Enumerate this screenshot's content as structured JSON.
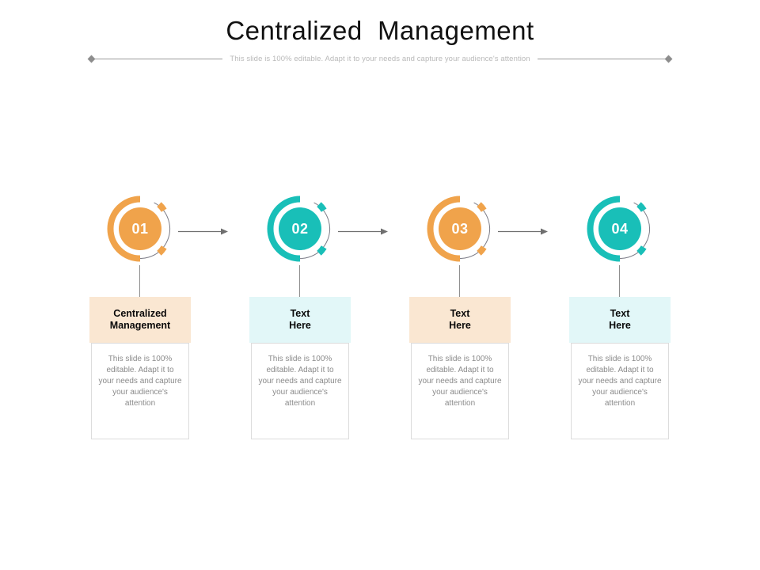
{
  "header": {
    "title": "Centralized  Management",
    "subtitle": "This slide is 100% editable. Adapt it to your needs and capture your audience's attention"
  },
  "colors": {
    "orange": "#f0a34b",
    "teal": "#19bfb8",
    "orange_tint": "#fae7d2",
    "teal_tint": "#e2f7f8",
    "arc_gray": "#7b7b86",
    "line_gray": "#8f8f8f",
    "body_text": "#8a8a8a",
    "border": "#dcdcdc"
  },
  "steps": [
    {
      "number": "01",
      "accent": "#f0a34b",
      "title": "Centralized\nManagement",
      "body": "This slide is 100% editable. Adapt it to your needs and capture your audience's attention",
      "has_arrow": true
    },
    {
      "number": "02",
      "accent": "#19bfb8",
      "title": "Text\nHere",
      "body": "This slide is 100% editable. Adapt it to your needs and capture your audience's attention",
      "has_arrow": true
    },
    {
      "number": "03",
      "accent": "#f0a34b",
      "title": "Text\nHere",
      "body": "This slide is 100% editable. Adapt it to your needs and capture your audience's attention",
      "has_arrow": true
    },
    {
      "number": "04",
      "accent": "#19bfb8",
      "title": "Text\nHere",
      "body": "This slide is 100% editable. Adapt it to your needs and capture your audience's attention",
      "has_arrow": false
    }
  ]
}
